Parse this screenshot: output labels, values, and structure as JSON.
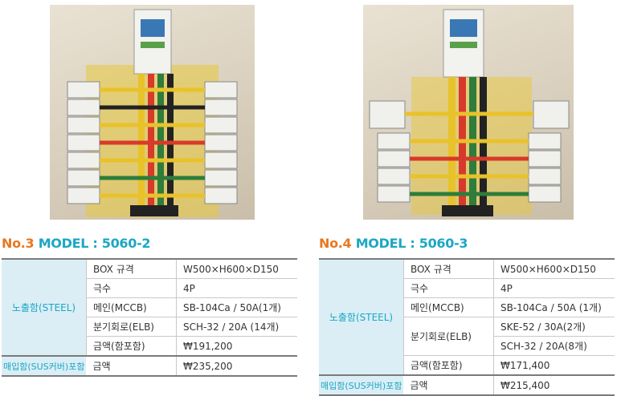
{
  "panels": [
    {
      "no": "No.3",
      "model": "MODEL : 5060-2",
      "group1": "노출함(STEEL)",
      "rows": [
        {
          "label": "BOX 규격",
          "value": "W500×H600×D150"
        },
        {
          "label": "극수",
          "value": "4P"
        },
        {
          "label": "메인(MCCB)",
          "value": "SB-104Ca / 50A(1개)"
        },
        {
          "label": "분기회로(ELB)",
          "value": "SCH-32 / 20A (14개)"
        },
        {
          "label": "금액(함포함)",
          "value": "₩191,200"
        }
      ],
      "group2": "매입함(SUS커버)포함",
      "last": {
        "label": "금액",
        "value": "₩235,200"
      }
    },
    {
      "no": "No.4",
      "model": "MODEL : 5060-3",
      "group1": "노출함(STEEL)",
      "rows": [
        {
          "label": "BOX 규격",
          "value": "W500×H600×D150"
        },
        {
          "label": "극수",
          "value": "4P"
        },
        {
          "label": "메인(MCCB)",
          "value": "SB-104Ca / 50A (1개)"
        },
        {
          "label": "분기회로(ELB)",
          "value": "SKE-52 / 30A(2개)",
          "value2": "SCH-32 / 20A(8개)"
        },
        {
          "label": "금액(함포함)",
          "value": "₩171,400"
        }
      ],
      "group2": "매입함(SUS커버)포함",
      "last": {
        "label": "금액",
        "value": "₩215,400"
      }
    }
  ]
}
